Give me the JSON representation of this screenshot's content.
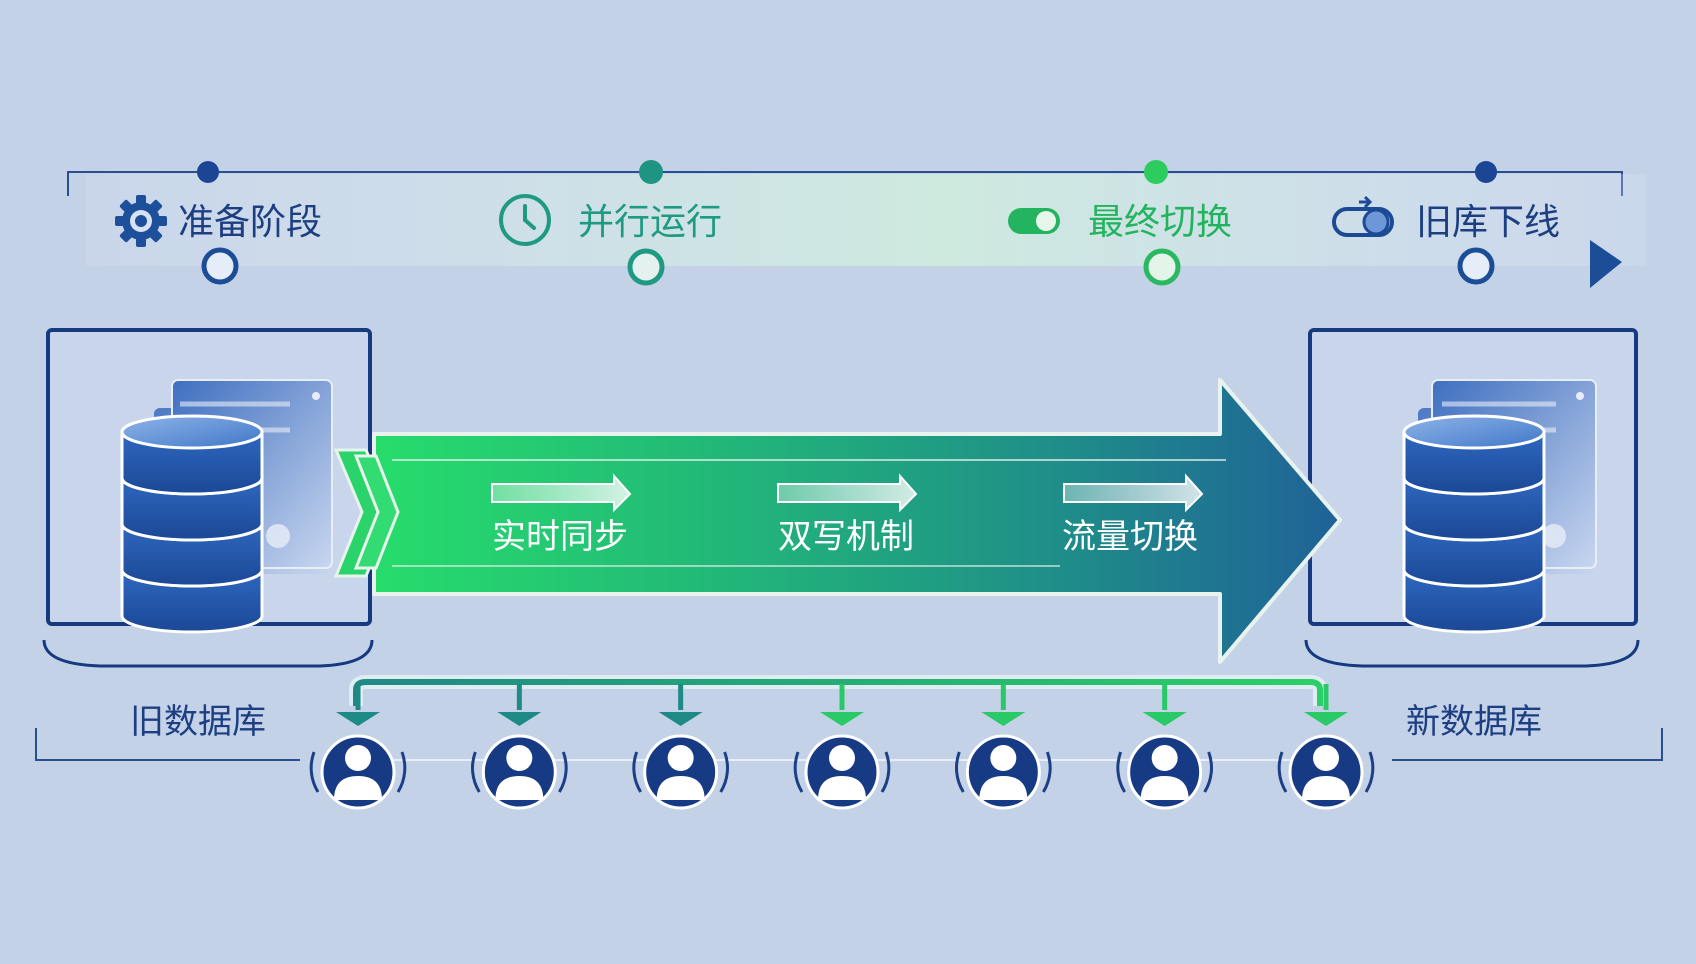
{
  "timeline": {
    "stages": [
      {
        "label": "准备阶段",
        "icon": "gear-icon",
        "color": "#1e4f9a"
      },
      {
        "label": "并行运行",
        "icon": "clock-icon",
        "color": "#1f9a82"
      },
      {
        "label": "最终切换",
        "icon": "toggle-icon",
        "color": "#22b35f"
      },
      {
        "label": "旧库下线",
        "icon": "toggle-off-icon",
        "color": "#1d4a95"
      }
    ]
  },
  "migration": {
    "steps": [
      "实时同步",
      "双写机制",
      "流量切换"
    ],
    "source_label": "旧数据库",
    "target_label": "新数据库"
  },
  "users": {
    "count": 7
  },
  "colors": {
    "background": "#c4d2e8",
    "navy": "#15377a",
    "db_blue": "#2456a8",
    "green": "#26d268",
    "teal": "#1e7f8e"
  }
}
